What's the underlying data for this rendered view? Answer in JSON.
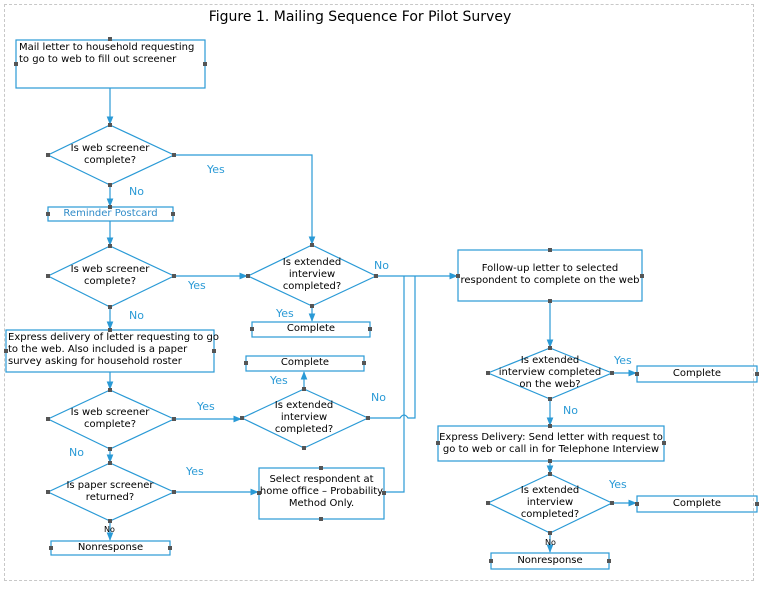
{
  "title": "Figure 1.  Mailing Sequence For Pilot Survey",
  "colors": {
    "stroke": "#2a9ad6",
    "label": "#2a9ad6",
    "handle": "#555555"
  },
  "nodes": {
    "mail_letter": [
      "Mail letter to household requesting",
      "to go to web to fill out screener"
    ],
    "web_screener_1": [
      "Is web screener",
      "complete?"
    ],
    "reminder_postcard": "Reminder Postcard",
    "web_screener_2": [
      "Is web screener",
      "complete?"
    ],
    "express_delivery_1": [
      "Express delivery of letter requesting to go",
      "to the web.  Also included is a paper",
      "survey asking for household roster"
    ],
    "web_screener_3": [
      "Is web screener",
      "complete?"
    ],
    "paper_screener": [
      "Is paper screener",
      "returned?"
    ],
    "nonresponse_1": "Nonresponse",
    "extended_1": [
      "Is extended",
      "interview",
      "completed?"
    ],
    "complete_1": "Complete",
    "complete_2": "Complete",
    "extended_2": [
      "Is extended",
      "interview",
      "completed?"
    ],
    "select_respondent": [
      "Select respondent at",
      "home office – Probability",
      "Method Only."
    ],
    "followup_letter": [
      "Follow-up letter to selected",
      "respondent to complete on the web"
    ],
    "extended_web": [
      "Is extended",
      "interview completed",
      "on the web?"
    ],
    "complete_3": "Complete",
    "express_delivery_2": [
      "Express Delivery:  Send letter with request to",
      "go to web or call in for Telephone Interview"
    ],
    "extended_3": [
      "Is extended",
      "interview",
      "completed?"
    ],
    "complete_4": "Complete",
    "nonresponse_2": "Nonresponse"
  },
  "edge_labels": {
    "ws1_yes": "Yes",
    "ws1_no": "No",
    "ws2_yes": "Yes",
    "ws2_no": "No",
    "ws3_yes": "Yes",
    "ws3_no": "No",
    "ps_yes": "Yes",
    "ps_no": "No",
    "ext1_yes": "Yes",
    "ext1_no": "No",
    "ext2_yes": "Yes",
    "ext2_no": "No",
    "extweb_yes": "Yes",
    "extweb_no": "No",
    "ext3_yes": "Yes",
    "ext3_no": "No"
  }
}
